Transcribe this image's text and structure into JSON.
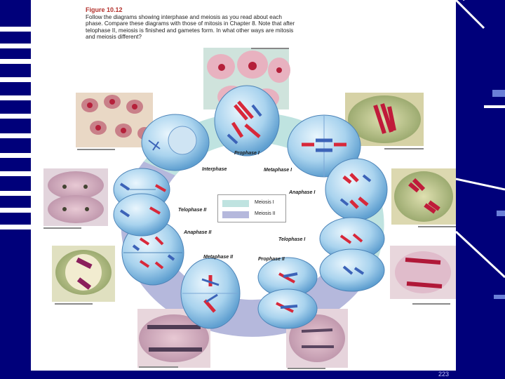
{
  "figure": {
    "title": "Figure 10.12",
    "caption": "Follow the diagrams showing interphase and meiosis as you read about each phase. Compare these diagrams with those of mitosis in Chapter 8. Note that after telophase II, meiosis is finished and gametes form. In what other ways are mitosis and meiosis different?"
  },
  "phases": {
    "prophase_1": "Prophase I",
    "interphase": "Interphase",
    "metaphase_1": "Metaphase I",
    "anaphase_1": "Anaphase I",
    "telophase_2": "Telophase II",
    "anaphase_2": "Anaphase II",
    "telophase_1": "Telophase I",
    "metaphase_2": "Metaphase II",
    "prophase_2": "Prophase II"
  },
  "legend": {
    "meiosis_1": "Meiosis I",
    "meiosis_2": "Meiosis II",
    "colors": {
      "meiosis_1": "#bfe3e0",
      "meiosis_2": "#b5b8dc"
    }
  },
  "page_footer": "223",
  "colors": {
    "slide_bar": "#00007a",
    "cell_blue": "#a9d3ee",
    "chromosome_red": "#d8283a",
    "spindle_blue": "#3c63b8"
  }
}
